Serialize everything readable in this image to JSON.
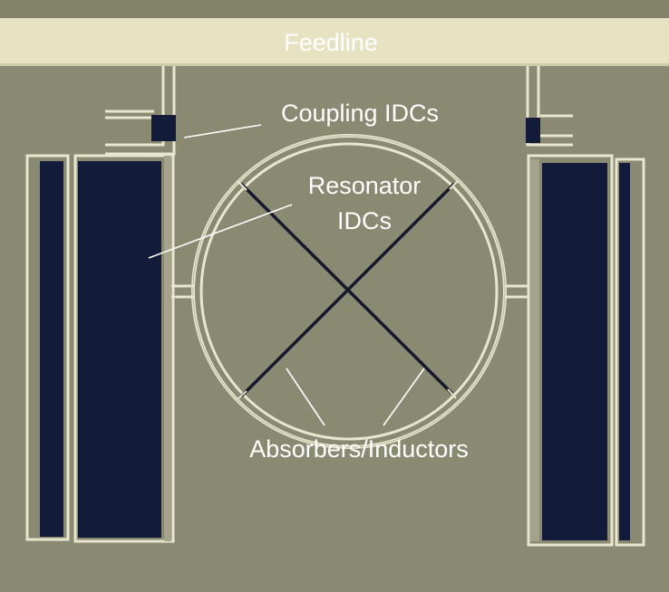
{
  "labels": {
    "feedline": "Feedline",
    "coupling": "Coupling IDCs",
    "resonator_line1": "Resonator",
    "resonator_line2": "IDCs",
    "absorbers": "Absorbers/Inductors"
  },
  "colors": {
    "substrate": "#8a8a72",
    "feedline": "#e6e2c2",
    "metal_outline": "#e9e6cf",
    "capacitor_fill": "#121c3a",
    "absorber_line": "#141a2c",
    "annotation": "#ffffff"
  }
}
